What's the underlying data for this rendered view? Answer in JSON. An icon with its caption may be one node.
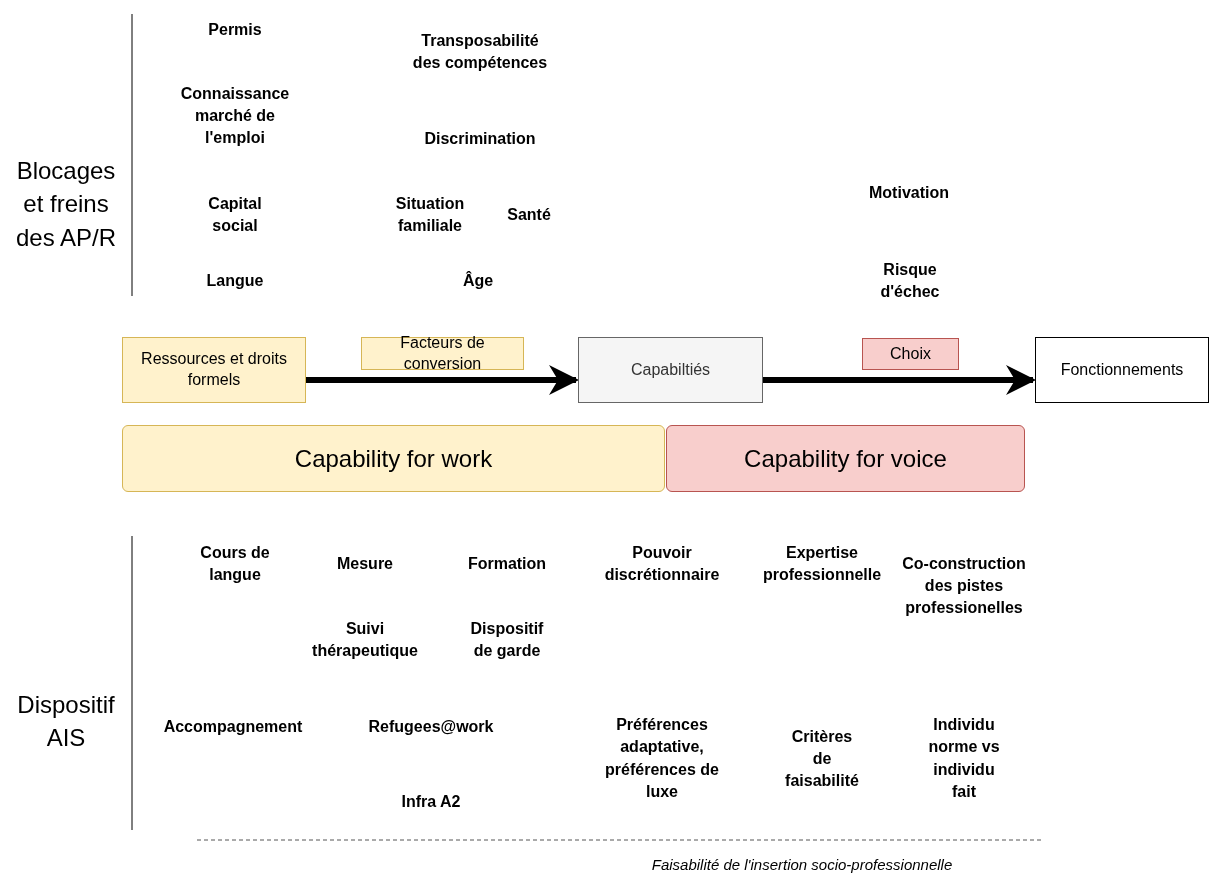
{
  "diagram": {
    "nodes": [
      {
        "text": [
          "Ressources et droits formels"
        ]
      },
      {
        "text": [
          "Facteurs de conversion"
        ]
      },
      {
        "text": [
          "Capabiltiés"
        ]
      },
      {
        "text": [
          "Choix"
        ]
      },
      {
        "text": [
          "Fonctionnements"
        ]
      },
      {
        "text": [
          "Capability for work"
        ]
      },
      {
        "text": [
          "Capability for voice"
        ]
      }
    ],
    "edges": [
      {
        "from": 0,
        "to": 2,
        "arrow": "to"
      },
      {
        "from": 2,
        "to": 4,
        "arrow": "to"
      }
    ],
    "labels": [
      "Blocages et freins des AP/R",
      "Permis",
      "Transposabilité des compétences",
      "Connaissance marché de l'emploi",
      "Discrimination",
      "Capital social",
      "Situation familiale",
      "Santé",
      "Motivation",
      "Langue",
      "Âge",
      "Risque d'échec",
      "Dispositif AIS",
      "Cours de langue",
      "Mesure",
      "Formation",
      "Pouvoir discrétionnaire",
      "Expertise professionnelle",
      "Co-construction des pistes professionelles",
      "Suivi thérapeutique",
      "Dispositif de garde",
      "Accompagnement",
      "Refugees@work",
      "Préférences adaptative, préférences de luxe",
      "Critères de faisabilité",
      "Individu norme vs individu fait",
      "Infra A2",
      "Faisabilité de l'insertion socio-professionnelle"
    ]
  }
}
